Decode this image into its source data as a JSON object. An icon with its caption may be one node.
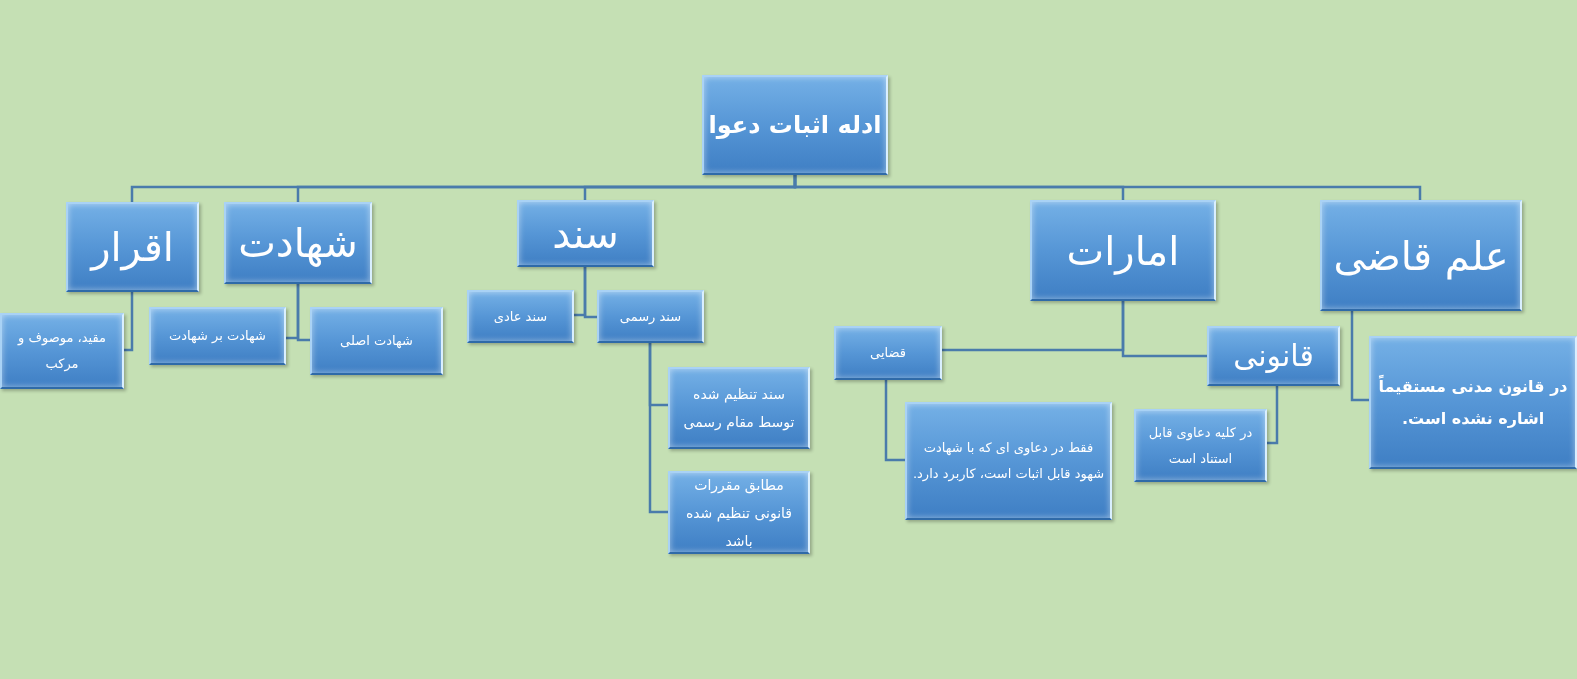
{
  "diagram": {
    "nodes": [
      {
        "text": [
          "ادله اثبات دعوا"
        ]
      },
      {
        "text": [
          "اقرار"
        ]
      },
      {
        "text": [
          "شهادت"
        ]
      },
      {
        "text": [
          "سند"
        ]
      },
      {
        "text": [
          "امارات"
        ]
      },
      {
        "text": [
          "علم قاضی"
        ]
      },
      {
        "text": [
          "مقید، موصوف و مرکب"
        ]
      },
      {
        "text": [
          "شهادت بر شهادت"
        ]
      },
      {
        "text": [
          "شهادت اصلی"
        ]
      },
      {
        "text": [
          "سند عادی"
        ]
      },
      {
        "text": [
          "سند رسمی"
        ]
      },
      {
        "text": [
          "سند تنظیم شده توسط مقام رسمی"
        ]
      },
      {
        "text": [
          "مطابق مقررات قانونی تنظیم شده باشد"
        ]
      },
      {
        "text": [
          "قضایی"
        ]
      },
      {
        "text": [
          "قانونی"
        ]
      },
      {
        "text": [
          "فقط در دعاوی ای که با شهادت شهود قابل اثبات است، کاربرد دارد."
        ]
      },
      {
        "text": [
          "در کلیه دعاوی قابل استناد است"
        ]
      },
      {
        "text": [
          "در قانون مدنی  مستقیماً اشاره نشده است."
        ]
      }
    ],
    "edges": [
      {
        "from": 0,
        "to": 1,
        "arrow": "none"
      },
      {
        "from": 0,
        "to": 2,
        "arrow": "none"
      },
      {
        "from": 0,
        "to": 3,
        "arrow": "none"
      },
      {
        "from": 0,
        "to": 4,
        "arrow": "none"
      },
      {
        "from": 0,
        "to": 5,
        "arrow": "none"
      },
      {
        "from": 1,
        "to": 6,
        "arrow": "none"
      },
      {
        "from": 2,
        "to": 7,
        "arrow": "none"
      },
      {
        "from": 2,
        "to": 8,
        "arrow": "none"
      },
      {
        "from": 3,
        "to": 9,
        "arrow": "none"
      },
      {
        "from": 3,
        "to": 10,
        "arrow": "none"
      },
      {
        "from": 4,
        "to": 13,
        "arrow": "none"
      },
      {
        "from": 4,
        "to": 14,
        "arrow": "none"
      },
      {
        "from": 5,
        "to": 17,
        "arrow": "none"
      },
      {
        "from": 10,
        "to": 11,
        "arrow": "none"
      },
      {
        "from": 10,
        "to": 12,
        "arrow": "none"
      },
      {
        "from": 13,
        "to": 15,
        "arrow": "none"
      },
      {
        "from": 14,
        "to": 16,
        "arrow": "none"
      }
    ]
  }
}
